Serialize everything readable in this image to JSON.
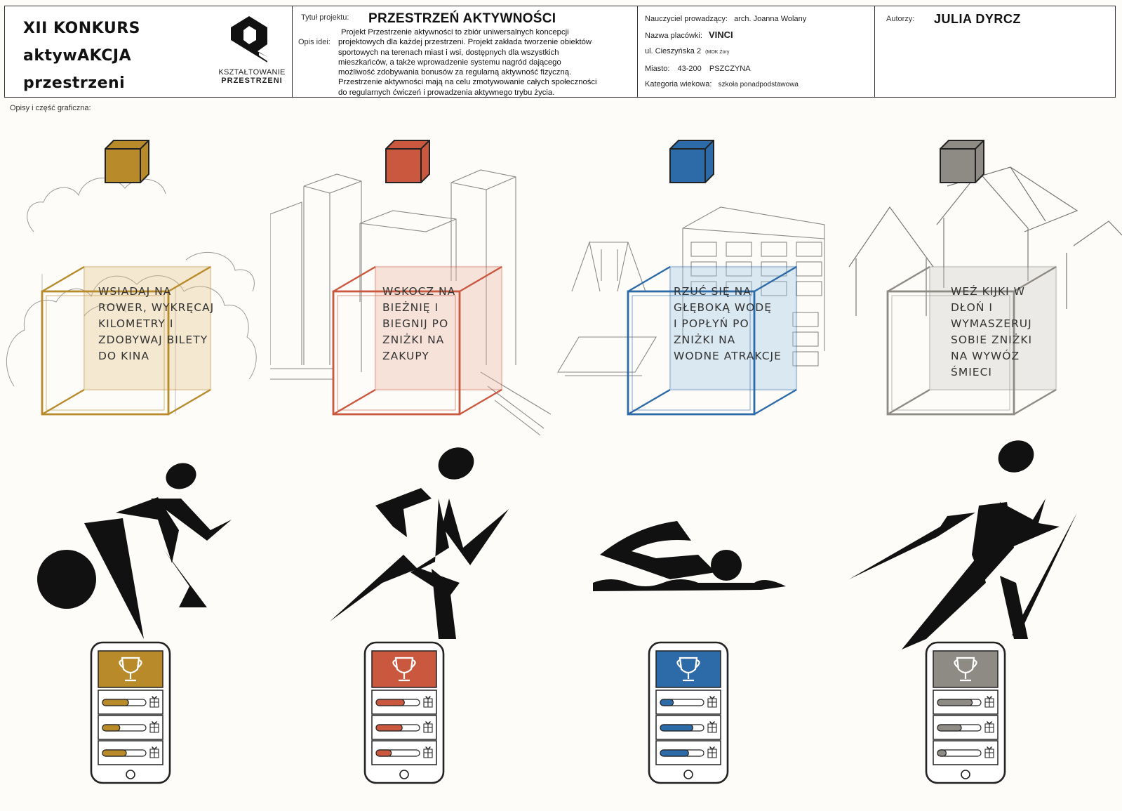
{
  "header": {
    "contest_lines": [
      "XII KONKURS",
      "aktywAKCJA",
      "przestrzeni"
    ],
    "logo_text_lines": [
      "KSZTAŁTOWANIE",
      "PRZESTRZENI"
    ],
    "project_title_label": "Tytuł projektu:",
    "project_title": "PRZESTRZEŃ AKTYWNOŚCI",
    "idea_label": "Opis idei:",
    "idea_lines": [
      "Projekt Przestrzenie aktywności to zbiór uniwersalnych koncepcji",
      "projektowych dla każdej przestrzeni. Projekt zakłada tworzenie obiektów",
      "sportowych na terenach miast i wsi, dostępnych dla wszystkich",
      "mieszkańców, a także wprowadzenie systemu nagród dającego",
      "możliwość zdobywania bonusów za regularną aktywność fizyczną.",
      "Przestrzenie aktywności mają na celu zmotywowanie całych społeczności",
      "do regularnych ćwiczeń i prowadzenia aktywnego trybu życia."
    ],
    "teacher_label": "Nauczyciel prowadzący:",
    "teacher": "arch. Joanna Wolany",
    "school_label": "Nazwa placówki:",
    "school": "VINCI",
    "address": "ul. Cieszyńska 2",
    "address_note": "(MOK Żory",
    "city_label": "Miasto:",
    "postal": "43-200",
    "city": "PSZCZYNA",
    "age_label": "Kategoria wiekowa:",
    "age": "szkoła ponadpodstawowa",
    "authors_label": "Autorzy:",
    "authors": "JULIA DYRCZ"
  },
  "section_label": "Opisy i część graficzna:",
  "panels": [
    {
      "theme": "cycling",
      "color": "#b88a2a",
      "color_light": "#e6c48a",
      "cube_text": [
        "WSIADAJ NA",
        "ROWER, WYKRĘCAJ",
        "KILOMETRY I",
        "ZDOBYWAJ BILETY",
        "DO KINA"
      ],
      "background": "trees",
      "icon": "cyclist-icon",
      "progress": [
        0.6,
        0.4,
        0.55
      ]
    },
    {
      "theme": "running",
      "color": "#c9583e",
      "color_light": "#eeb4a2",
      "cube_text": [
        "WSKOCZ NA",
        "BIEŻNIĘ I",
        "BIEGNIJ PO",
        "ZNIŻKI NA",
        "ZAKUPY"
      ],
      "background": "city-blocks",
      "icon": "runner-icon",
      "progress": [
        0.65,
        0.6,
        0.35
      ]
    },
    {
      "theme": "swimming",
      "color": "#2c6aa8",
      "color_light": "#9cc4e6",
      "cube_text": [
        "RZUĆ SIĘ NA",
        "GŁĘBOKĄ WODĘ",
        "I POPŁYŃ PO",
        "ZNIŻKI NA",
        "WODNE ATRAKCJE"
      ],
      "background": "school-playground",
      "icon": "swimmer-icon",
      "progress": [
        0.3,
        0.75,
        0.65
      ]
    },
    {
      "theme": "nordic-walking",
      "color": "#8e8a84",
      "color_light": "#cfcbc5",
      "cube_text": [
        "WEŹ KIJKI W",
        "DŁOŃ I",
        "WYMASZERUJ",
        "SOBIE ZNIŻKI",
        "NA WYWÓZ",
        "ŚMIECI"
      ],
      "background": "houses",
      "icon": "nordic-walker-icon",
      "progress": [
        0.8,
        0.55,
        0.2
      ]
    }
  ]
}
